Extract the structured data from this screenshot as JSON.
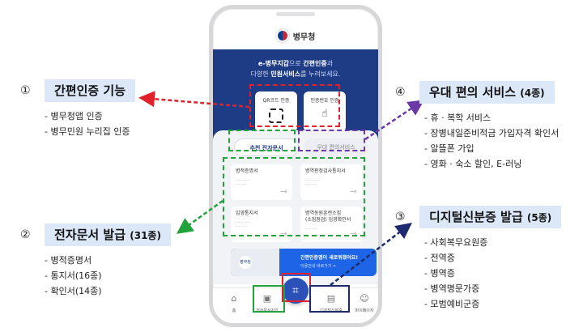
{
  "app": {
    "brand": "병무청",
    "hero_prefix": "e-병무지갑",
    "hero_mid1": "으로 ",
    "hero_strong1": "간편인증",
    "hero_suffix1": "과",
    "hero_line2_pre": "다양한 ",
    "hero_strong2": "민원서비스",
    "hero_line2_suf": "를 누려보세요."
  },
  "auth_cards": {
    "qr_label": "QR코드 인증",
    "pin_label": "인증번호 인증"
  },
  "tabs": {
    "recommended": "추천 전자문서",
    "benefits": "우대 편의서비스"
  },
  "docs": [
    {
      "title": "병적증명서"
    },
    {
      "title": "병역판정검사통지서"
    },
    {
      "title": "입영통지서"
    },
    {
      "title": "병역동원훈련소집\n(소집점검) 입영확인서"
    }
  ],
  "banner": {
    "badge": "병무청",
    "title": "간편인증앱이 새로워졌어요!",
    "sub": "이용안내 바로가기 >"
  },
  "bottom_nav": {
    "home": "홈",
    "wallet": "전자문서지갑",
    "id": "디지털신분증",
    "me": "마이페이지"
  },
  "callouts": {
    "c1": {
      "num": "①",
      "title": "간편인증 기능",
      "count": "",
      "items": [
        "- 병무청앱 인증",
        "- 병무민원 누리집 인증"
      ]
    },
    "c2": {
      "num": "②",
      "title": "전자문서 발급 ",
      "count": "(31종)",
      "items": [
        "- 병적증명서",
        "- 통지서(16종)",
        "- 확인서(14종)"
      ]
    },
    "c3": {
      "num": "④",
      "title": "우대 편의 서비스 ",
      "count": "(4종)",
      "items": [
        "- 휴 · 복학 서비스",
        "- 장병내일준비적금 가입자격 확인서",
        "- 알뜰폰 가입",
        "- 영화 · 숙소 할인, E-러닝"
      ]
    },
    "c4": {
      "num": "③",
      "title": "디지털신분증 발급 ",
      "count": "(5종)",
      "items": [
        "- 사회복무요원증",
        "- 전역증",
        "- 병역증",
        "- 병역명문가증",
        "- 모범예비군증"
      ]
    }
  },
  "colors": {
    "red": "#e0202a",
    "green": "#21a33b",
    "purple": "#6b3aa6",
    "navy": "#1d2a6e",
    "hero": "#1e3c86",
    "title_bg": "#dce8f8"
  }
}
